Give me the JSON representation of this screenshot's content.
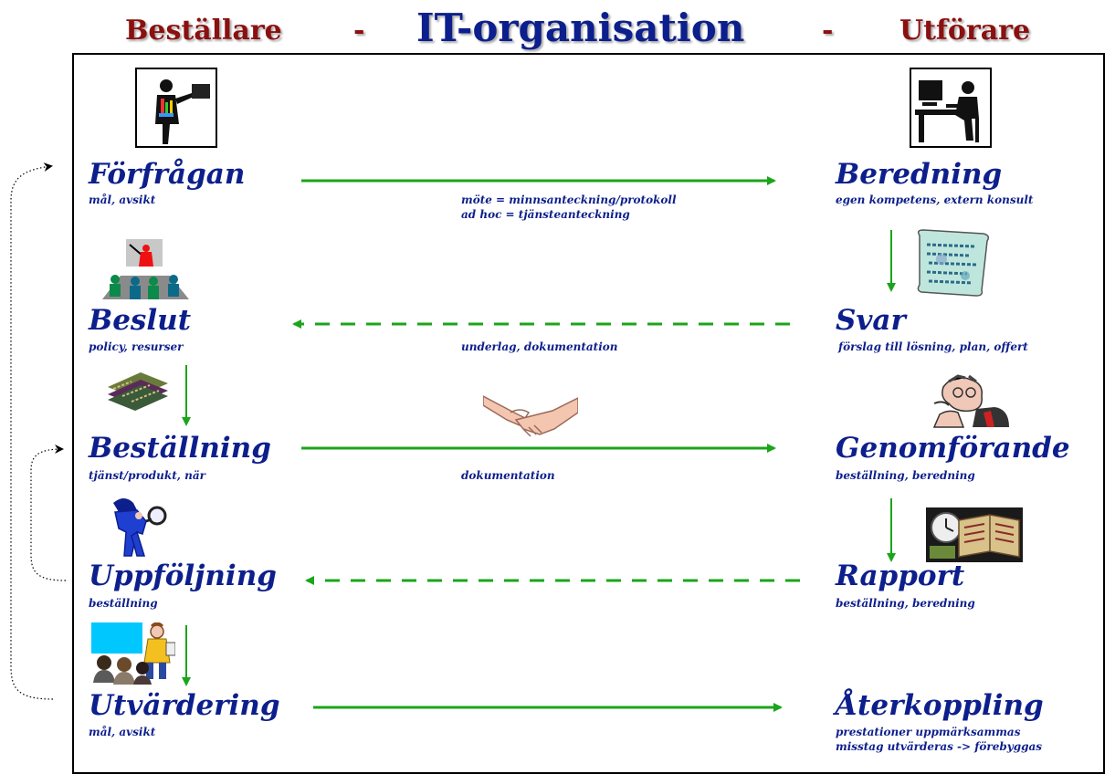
{
  "header": {
    "left": "Beställare",
    "dash_left": "-",
    "title": "IT-organisation",
    "dash_right": "-",
    "right": "Utförare"
  },
  "left_steps": [
    {
      "title": "Förfrågan",
      "sub": "mål, avsikt"
    },
    {
      "title": "Beslut",
      "sub": "policy, resurser"
    },
    {
      "title": "Beställning",
      "sub": "tjänst/produkt, när"
    },
    {
      "title": "Uppföljning",
      "sub": "beställning"
    },
    {
      "title": "Utvärdering",
      "sub": "mål, avsikt"
    }
  ],
  "right_steps": [
    {
      "title": "Beredning",
      "sub": "egen kompetens, extern konsult"
    },
    {
      "title": "Svar",
      "sub": "förslag till lösning, plan, offert"
    },
    {
      "title": "Genomförande",
      "sub": "beställning, beredning"
    },
    {
      "title": "Rapport",
      "sub": "beställning, beredning"
    },
    {
      "title": "Återkoppling",
      "sub_lines": [
        "prestationer uppmärksammas",
        "misstag utvärderas -> förebyggas"
      ]
    }
  ],
  "flow_labels": {
    "forfragan_line1": "möte = minnsanteckning/protokoll",
    "forfragan_line2": "ad hoc = tjänsteanteckning",
    "svar": "underlag, dokumentation",
    "bestallning": "dokumentation"
  },
  "colors": {
    "header_red": "#8b1010",
    "header_blue": "#0d1f8c",
    "text_blue": "#0d1f8c",
    "arrow_green": "#1aa51a"
  },
  "icons": [
    "presenter-clipart-icon",
    "computer-worker-clipart-icon",
    "meeting-clipart-icon",
    "document-scroll-clipart-icon",
    "money-stack-clipart-icon",
    "handshake-clipart-icon",
    "thinking-man-clipart-icon",
    "detective-clipart-icon",
    "report-book-clipart-icon",
    "classroom-clipart-icon"
  ]
}
